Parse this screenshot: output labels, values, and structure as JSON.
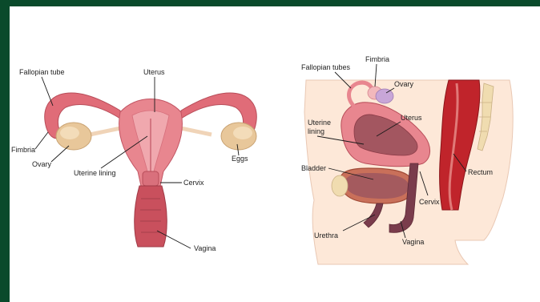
{
  "left_diagram": {
    "labels": {
      "fallopian_tube": "Fallopian tube",
      "uterus": "Uterus",
      "fimbria": "Fimbria",
      "ovary": "Ovary",
      "uterine_lining": "Uterine lining",
      "eggs": "Eggs",
      "cervix": "Cervix",
      "vagina": "Vagina"
    }
  },
  "right_diagram": {
    "labels": {
      "fallopian_tubes": "Fallopian tubes",
      "fimbria": "Fimbria",
      "ovary": "Ovary",
      "uterus": "Uterus",
      "uterine_lining_1": "Uterine",
      "uterine_lining_2": "lining",
      "bladder": "Bladder",
      "rectum": "Rectum",
      "cervix": "Cervix",
      "urethra": "Urethra",
      "vagina": "Vagina"
    }
  },
  "colors": {
    "frame": "#0a4a2b",
    "tissue_pink": "#e8868f",
    "tissue_dark": "#c9505d",
    "ovary": "#e8c79a",
    "skin": "#fde8d8",
    "rectum": "#c0242b",
    "bladder": "#a45a5e"
  }
}
